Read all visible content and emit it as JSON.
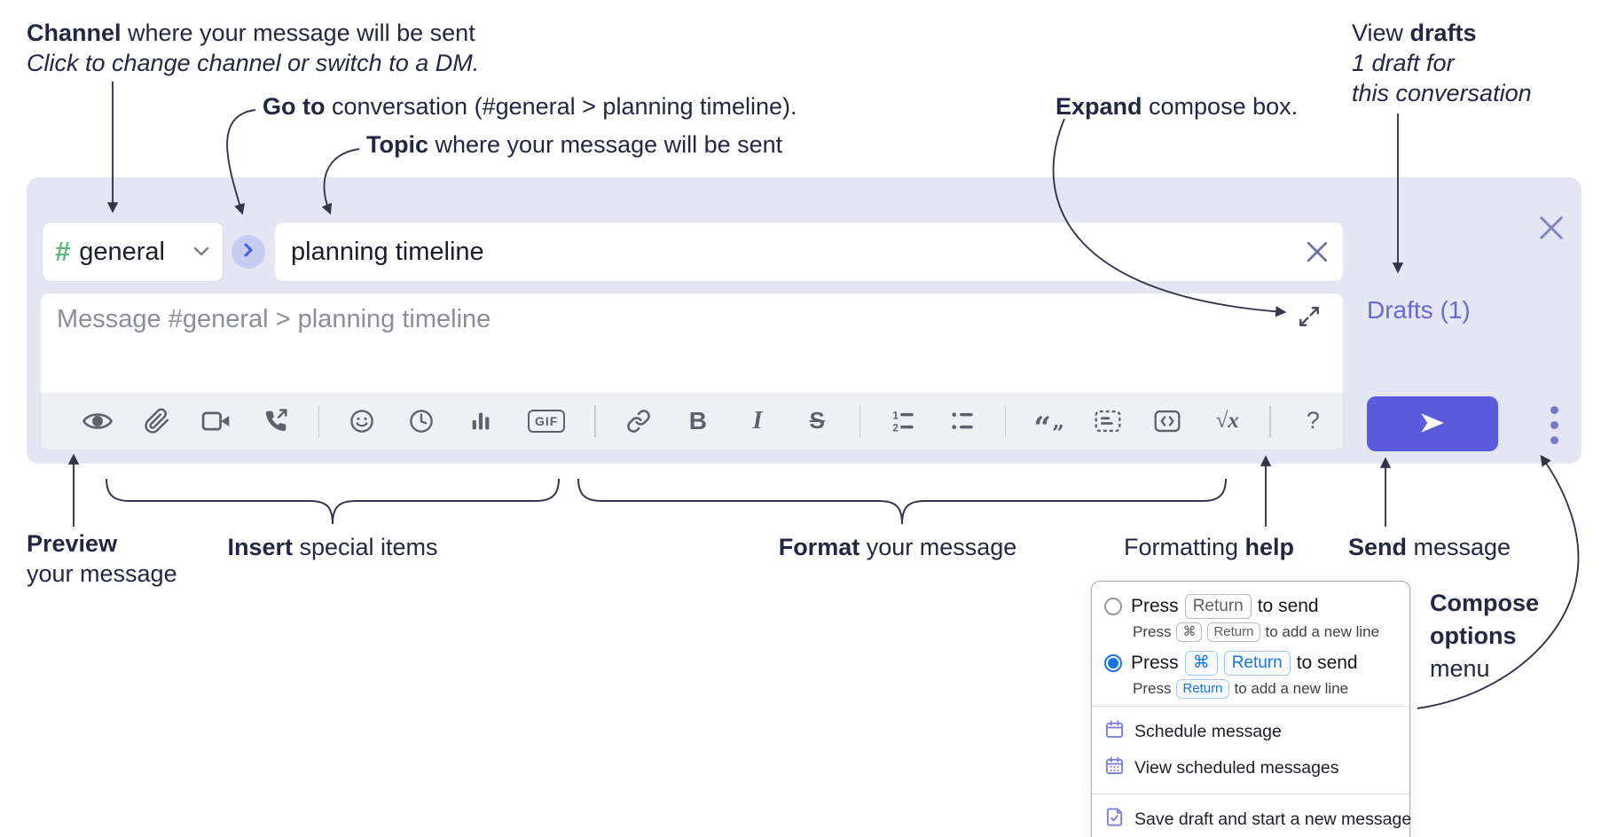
{
  "annotations": {
    "channel": {
      "bold": "Channel",
      "rest": " where your message will be sent",
      "sub": "Click to change channel or switch to a DM."
    },
    "go_to": {
      "bold": "Go to",
      "rest": " conversation (#general > planning timeline)."
    },
    "topic": {
      "bold": "Topic",
      "rest": " where your message will be sent"
    },
    "expand": {
      "bold": "Expand",
      "rest": " compose box."
    },
    "view_drafts": {
      "regular": "View ",
      "bold": "drafts",
      "line2": "1 draft for",
      "line3": "this conversation"
    },
    "preview": {
      "bold": "Preview",
      "line2": "your message"
    },
    "insert": {
      "bold": "Insert",
      "rest": " special items"
    },
    "format": {
      "bold": "Format",
      "rest": " your message"
    },
    "formatting_help": {
      "regular": "Formatting ",
      "bold": "help"
    },
    "send": {
      "bold": "Send",
      "rest": " message"
    },
    "compose_options": {
      "bold_line1": "Compose",
      "bold_line2": "options",
      "line3": "menu"
    }
  },
  "composer": {
    "channel_selector": {
      "hash": "#",
      "name": "general"
    },
    "topic_input": {
      "value": "planning timeline"
    },
    "message_input": {
      "placeholder": "Message #general > planning timeline"
    },
    "drafts_link": {
      "label": "Drafts (1)"
    }
  },
  "toolbar": {
    "glyphs": {
      "gif": "GIF",
      "bold": "B",
      "italic": "I",
      "strikethrough": "S",
      "formula": "√x",
      "help": "?",
      "quote_open": "“",
      "quote_close": "”",
      "ol1": "1",
      "ol2": "2"
    },
    "icon_names": [
      "preview-eye",
      "attach-paperclip",
      "video-camera",
      "phone-call",
      "emoji-smiley",
      "clock",
      "bar-chart",
      "gif",
      "link",
      "bold",
      "italic",
      "strikethrough",
      "ordered-list",
      "bullet-list",
      "blockquote",
      "code-block",
      "inline-code",
      "formula",
      "help"
    ]
  },
  "compose_menu": {
    "option_return": {
      "main": {
        "press": "Press",
        "key": "Return",
        "rest": "to send"
      },
      "sub": {
        "press": "Press",
        "key1": "⌘",
        "key2": "Return",
        "rest": "to add a new line"
      }
    },
    "option_cmd_return": {
      "main": {
        "press": "Press",
        "key1": "⌘",
        "key2": "Return",
        "rest": "to send"
      },
      "sub": {
        "press": "Press",
        "key": "Return",
        "rest": "to add a new line"
      }
    },
    "items": [
      {
        "icon": "calendar-icon",
        "label": "Schedule message"
      },
      {
        "icon": "calendar-grid-icon",
        "label": "View scheduled messages"
      },
      {
        "icon": "save-draft-icon",
        "label": "Save draft and start a new message"
      }
    ]
  },
  "colors": {
    "accent_send": "#5a5ce0",
    "channel_hash_green": "#5cb87f",
    "drafts_link_purple": "#686bc7",
    "compose_bg_lavender": "#e4e6f3",
    "menu_icon_purple": "#7c80d8",
    "selected_radio_blue": "#1a73e8"
  }
}
